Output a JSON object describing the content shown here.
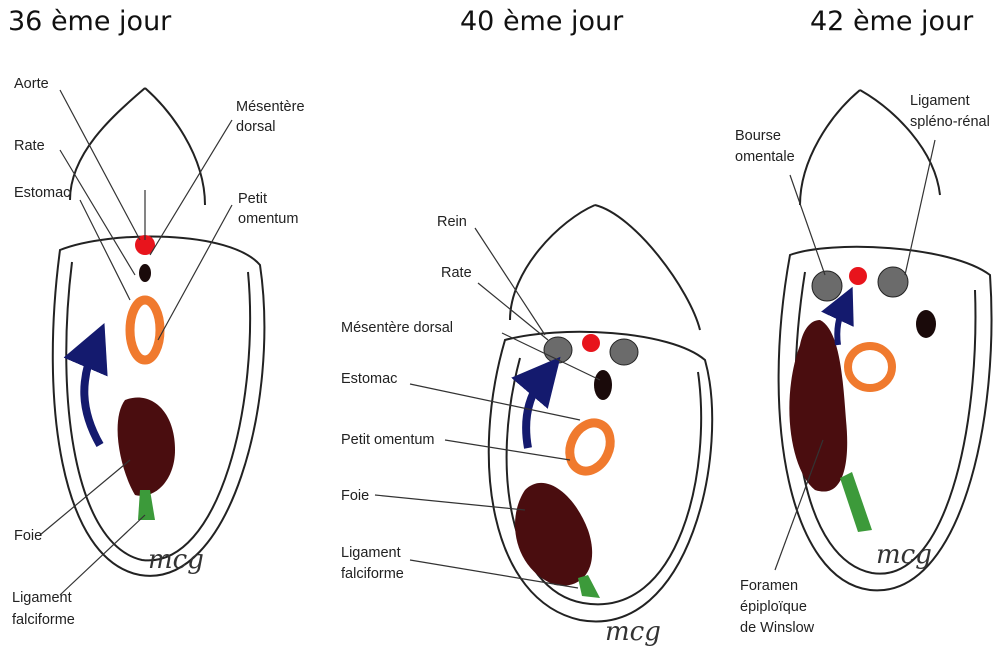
{
  "headings": [
    "36 ème jour",
    "40 ème jour",
    "42 ème jour"
  ],
  "panel_36": {
    "labels": {
      "aorte": "Aorte",
      "rate": "Rate",
      "estomac": "Estomac",
      "mesentere_1": "Mésentère",
      "mesentere_2": "dorsal",
      "petit_1": "Petit",
      "petit_2": "omentum",
      "foie": "Foie",
      "ligament_1": "Ligament",
      "ligament_2": "falciforme"
    },
    "signature": "mcg"
  },
  "panel_40": {
    "labels": {
      "rein": "Rein",
      "rate": "Rate",
      "mesentere": "Mésentère dorsal",
      "estomac": "Estomac",
      "petit": "Petit omentum",
      "foie": "Foie",
      "ligament_1": "Ligament",
      "ligament_2": "falciforme"
    },
    "signature": "mcg"
  },
  "panel_42": {
    "labels": {
      "bourse_1": "Bourse",
      "bourse_2": "omentale",
      "ligament_1": "Ligament",
      "ligament_2": "spléno-rénal",
      "foramen_1": "Foramen",
      "foramen_2": "épiploïque",
      "foramen_3": "de Winslow"
    },
    "signature": "mcg"
  },
  "colors": {
    "aorta": "#e8141c",
    "liver": "#4a0d0f",
    "stomach": "#f07a2e",
    "ligament": "#3c9a3a",
    "arrow": "#141a6e",
    "kidney": "#6b6b6b",
    "spleen": "#1a0a0a"
  }
}
